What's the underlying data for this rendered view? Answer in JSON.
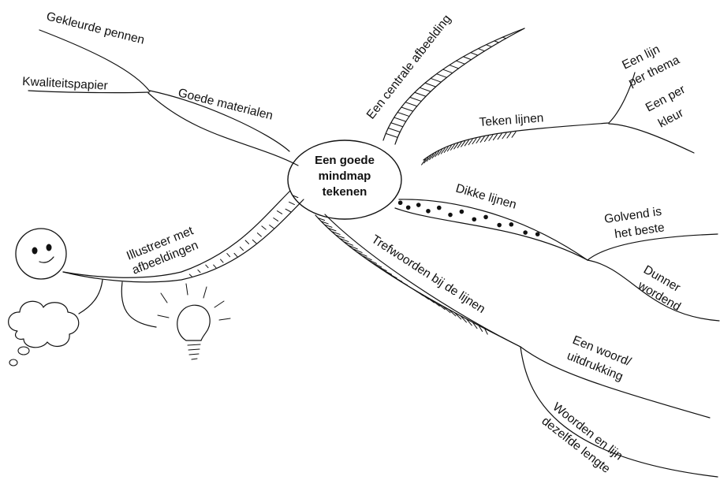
{
  "center": {
    "lines": [
      "Een goede",
      "mindmap",
      "tekenen"
    ]
  },
  "branches": {
    "materials": {
      "label": "Goede materialen",
      "children": {
        "pens": "Gekleurde pennen",
        "paper": "Kwaliteitspapier"
      }
    },
    "central_image": {
      "label": "Een centrale afbeelding"
    },
    "draw_lines": {
      "label": "Teken lijnen",
      "children": {
        "one_line": [
          "Een lijn",
          "per thema"
        ],
        "one_color": [
          "Een per",
          "kleur"
        ]
      }
    },
    "thick_lines": {
      "label": "Dikke lijnen",
      "children": {
        "wavy": [
          "Golvend is",
          "het beste"
        ],
        "thinner": [
          "Dunner",
          "wordend"
        ]
      }
    },
    "keywords": {
      "label": "Trefwoorden bij de lijnen",
      "children": {
        "word": [
          "Een woord/",
          "uitdrukking"
        ],
        "length": [
          "Woorden en lijn",
          "dezelfde lengte"
        ]
      }
    },
    "illustrate": {
      "label": [
        "Illustreer met",
        "afbeeldingen"
      ]
    }
  },
  "colors": {
    "ink": "#111111",
    "background": "#ffffff"
  },
  "icons": [
    "smiley-face-icon",
    "thought-cloud-icon",
    "lightbulb-icon"
  ]
}
